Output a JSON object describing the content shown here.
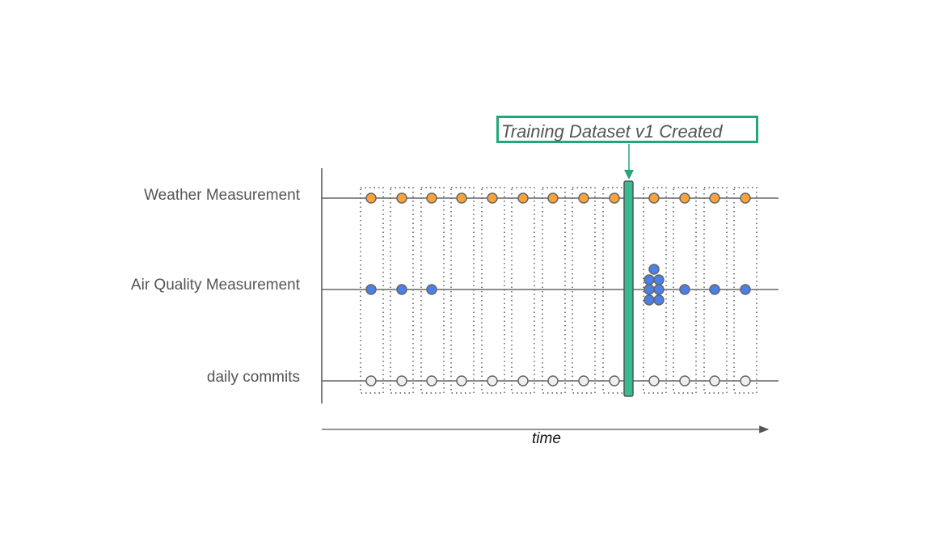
{
  "diagram": {
    "callout": {
      "label": "Training Dataset v1 Created",
      "color": "#23a77a"
    },
    "axis": {
      "label": "time"
    },
    "rows": [
      {
        "label": "Weather Measurement",
        "point_color": "#f8a43a"
      },
      {
        "label": "Air Quality Measurement",
        "point_color": "#4a80e8"
      },
      {
        "label": "daily commits",
        "point_color": "#eeeeee"
      }
    ],
    "columns": 13,
    "marker_after_column": 9
  }
}
